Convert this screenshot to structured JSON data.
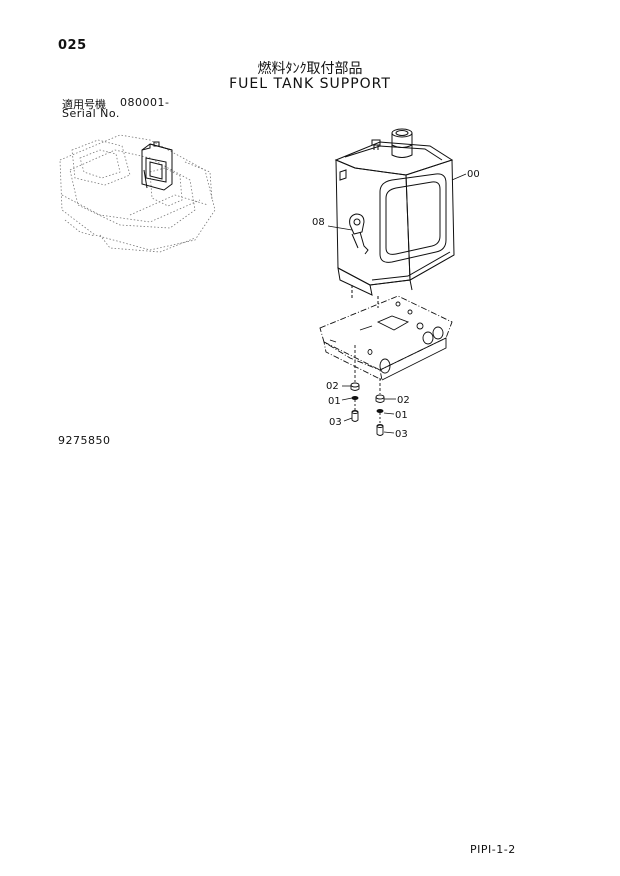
{
  "page": {
    "number": "025",
    "title_jp": "燃料ﾀﾝｸ取付部品",
    "title_en": "FUEL TANK SUPPORT",
    "serial_label_jp": "適用号機",
    "serial_value": "080001-",
    "serial_label_en": "Serial No.",
    "part_id": "9275850",
    "footer_code": "PIPI-1-2"
  },
  "callouts": {
    "c00": "00",
    "c08": "08",
    "c02_left": "02",
    "c01_left": "01",
    "c03_left": "03",
    "c02_right": "02",
    "c01_right": "01",
    "c03_right": "03"
  }
}
